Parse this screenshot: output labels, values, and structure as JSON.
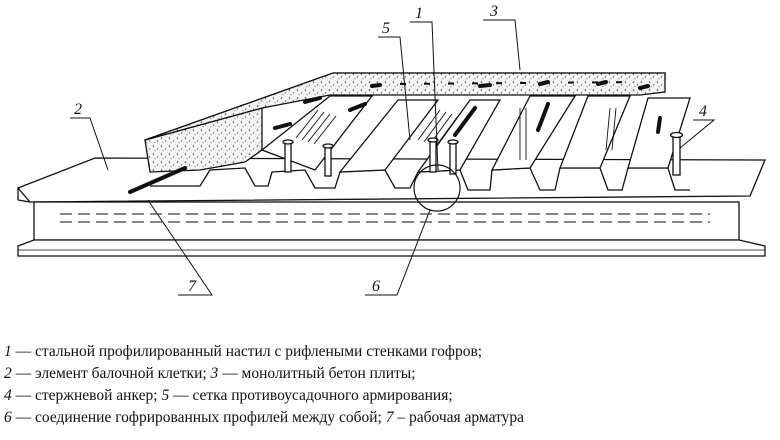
{
  "callouts": {
    "c1": "1",
    "c2": "2",
    "c3": "3",
    "c4": "4",
    "c5": "5",
    "c6": "6",
    "c7": "7"
  },
  "legend": [
    {
      "num": "1",
      "text": " — стальной профилированный настил с рифлеными стенками гофров;"
    },
    {
      "num": "2",
      "text": " — элемент балочной клетки; ",
      "num2": "3",
      "text2": " — монолитный бетон плиты;"
    },
    {
      "num": "4",
      "text": " — стержневой анкер; ",
      "num2": "5",
      "text2": " — сетка противоусадочного армирования;"
    },
    {
      "num": "6",
      "text": " — соединение гофрированных профилей между собой; ",
      "num2": "7",
      "text2": " – рабочая арматура"
    }
  ],
  "colors": {
    "line": "#111111",
    "concrete_dots": "#555555",
    "flange": "#ffffff"
  }
}
